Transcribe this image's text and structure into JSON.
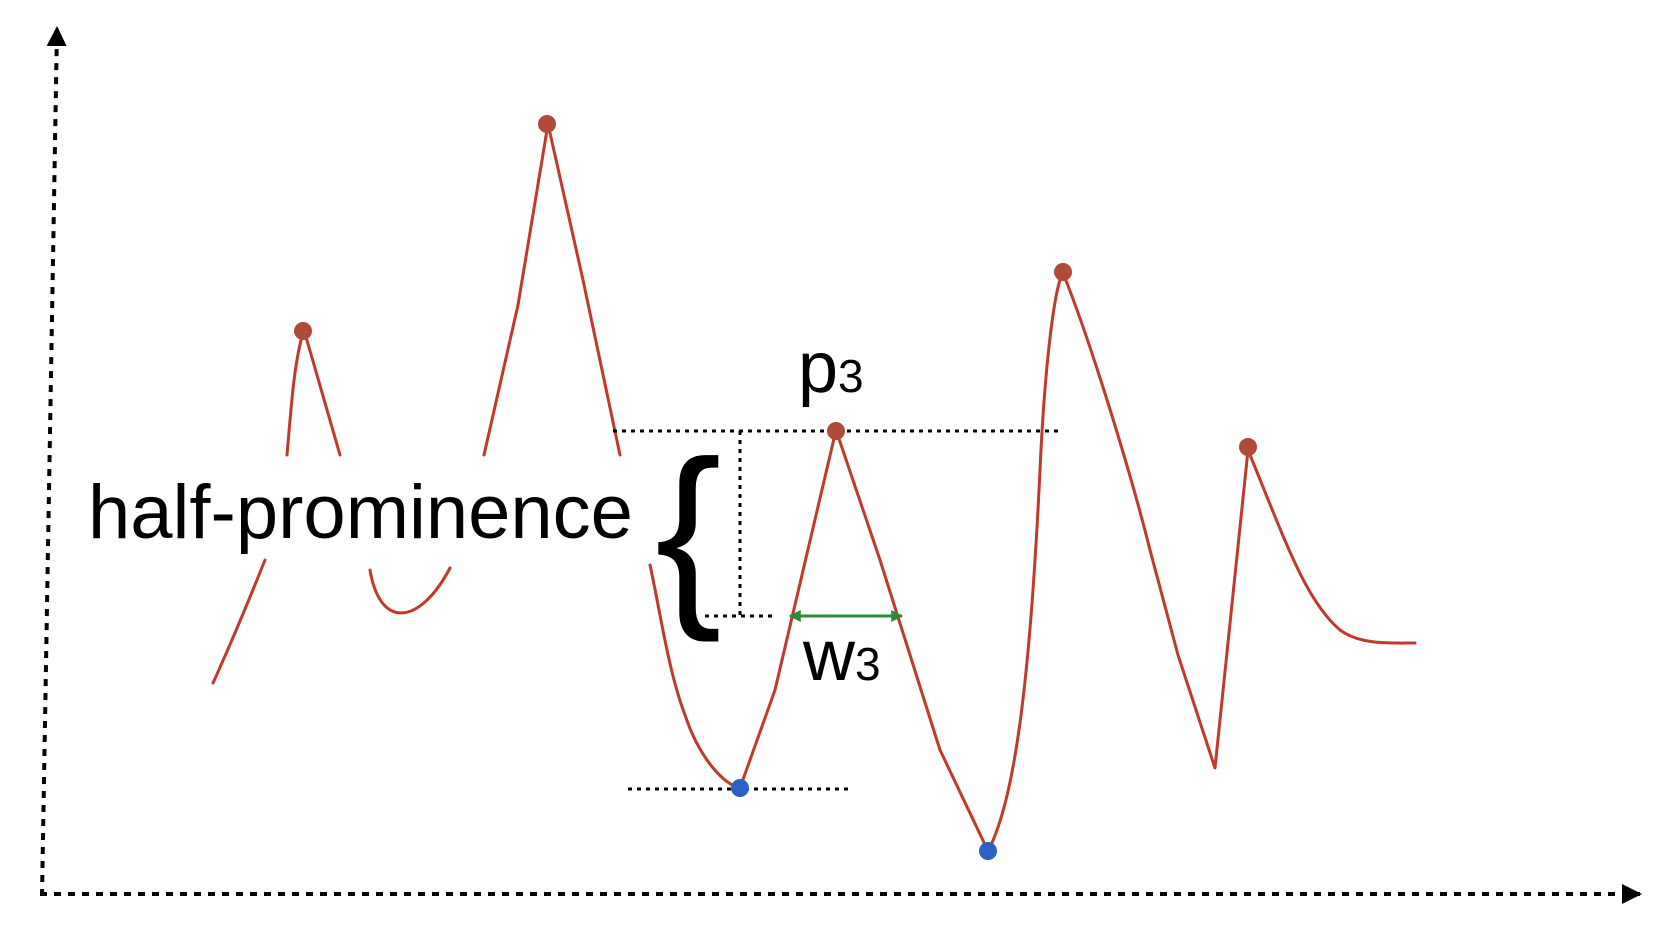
{
  "labels": {
    "half_prominence": "half-prominence",
    "brace": "{",
    "peak_letter": "p",
    "peak_sub": "3",
    "width_letter": "w",
    "width_sub": "3"
  },
  "colors": {
    "signal": "#c0392b",
    "peak_marker": "#b24a3a",
    "trough_marker": "#2a63c4",
    "width_arrow": "#2e8b3a",
    "guides": "#000000"
  }
}
